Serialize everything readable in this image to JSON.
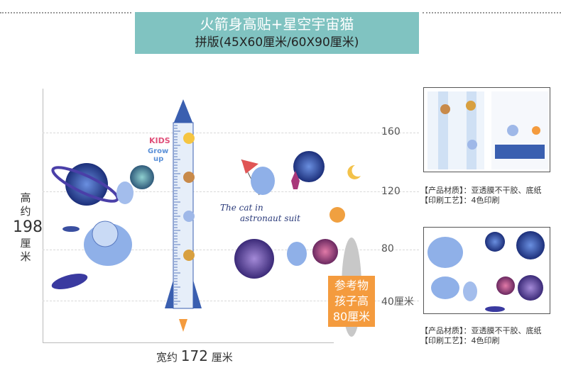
{
  "banner": {
    "title": "火箭身高贴+星空宇宙猫",
    "subtitle": "拼版(45X60厘米/60X90厘米)"
  },
  "scale": {
    "ticks": [
      "160",
      "120",
      "80",
      "40厘米"
    ]
  },
  "height_label": {
    "prefix": "高约",
    "value": "198",
    "unit": "厘米"
  },
  "width_label": {
    "prefix": "宽约",
    "value": "172",
    "unit": "厘米"
  },
  "reference_badge": {
    "lines": [
      "参考物",
      "孩子高",
      "80厘米"
    ]
  },
  "artwork": {
    "kids": "KIDS",
    "grow": "Grow",
    "up": "up",
    "cat_line1": "The cat in",
    "cat_line2": "astronaut suit"
  },
  "specs": [
    {
      "material": "【产品材质】：亚透膜不干胶、底纸",
      "process": "【印刷工艺】：4色印刷"
    },
    {
      "material": "【产品材质】：亚透膜不干胶、底纸",
      "process": "【印刷工艺】：4色印刷"
    }
  ],
  "colors": {
    "banner": "#80c3c1",
    "badge": "#f49b3e",
    "rocket": "#3a5fb0"
  }
}
